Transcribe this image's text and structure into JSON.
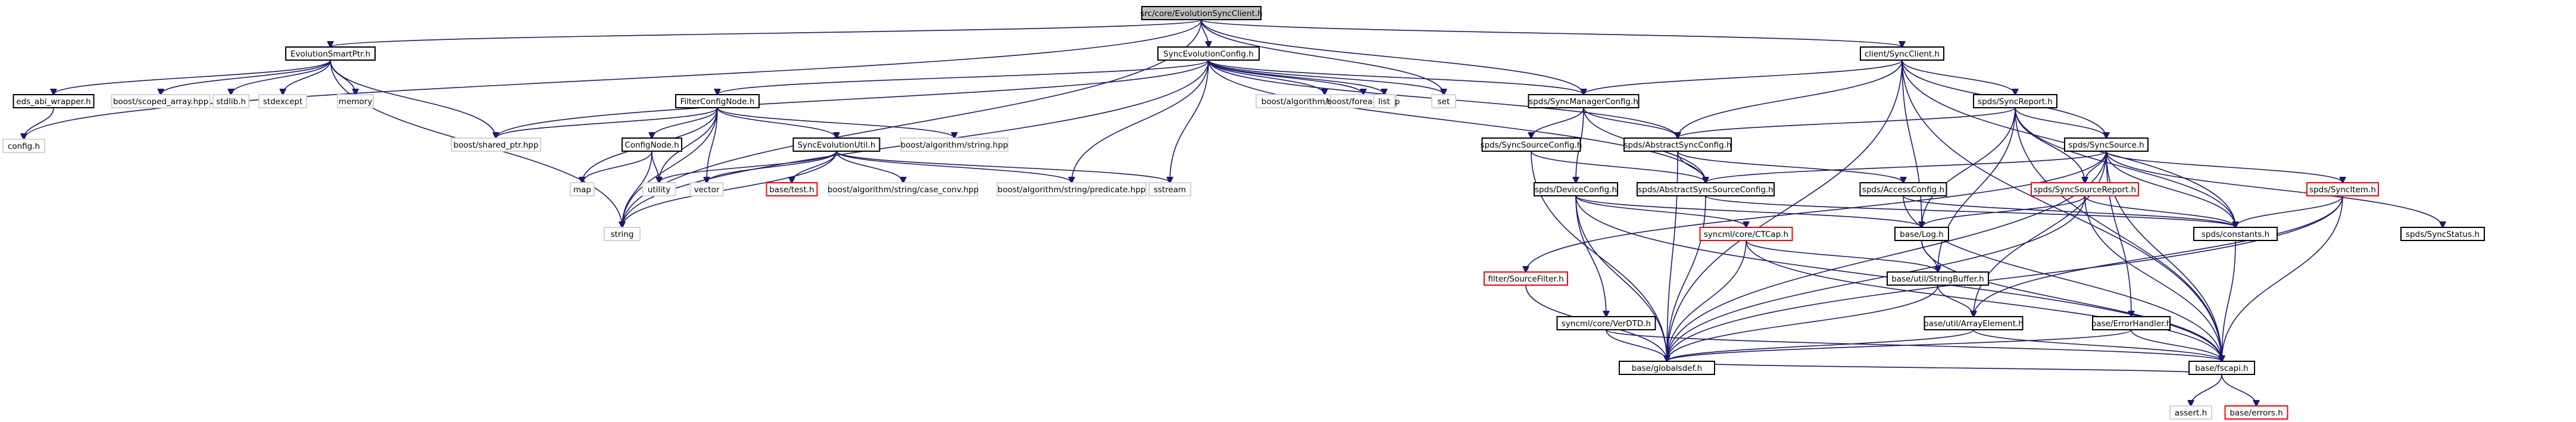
{
  "graph": {
    "colors": {
      "edge": "#191970",
      "box_default": "#000000",
      "box_missing": "#ff0000",
      "root_fill": "#bfbfbf",
      "node_fill": "#ffffff",
      "external_border": "#d3d3d3"
    },
    "nodes": [
      {
        "id": "root",
        "label": "src/core/EvolutionSyncClient.h",
        "style": "root"
      },
      {
        "id": "esp",
        "label": "EvolutionSmartPtr.h",
        "style": "boxed"
      },
      {
        "id": "sec",
        "label": "SyncEvolutionConfig.h",
        "style": "boxed"
      },
      {
        "id": "csc",
        "label": "client/SyncClient.h",
        "style": "boxed"
      },
      {
        "id": "config",
        "label": "config.h",
        "style": "external"
      },
      {
        "id": "eds",
        "label": "eds_abi_wrapper.h",
        "style": "boxed"
      },
      {
        "id": "scoped",
        "label": "boost/scoped_array.hpp",
        "style": "external"
      },
      {
        "id": "stdlib",
        "label": "stdlib.h",
        "style": "external"
      },
      {
        "id": "stdexcept",
        "label": "stdexcept",
        "style": "external"
      },
      {
        "id": "memory",
        "label": "memory",
        "style": "external"
      },
      {
        "id": "sharedptr",
        "label": "boost/shared_ptr.hpp",
        "style": "external"
      },
      {
        "id": "string",
        "label": "string",
        "style": "external"
      },
      {
        "id": "fcn",
        "label": "FilterConfigNode.h",
        "style": "boxed"
      },
      {
        "id": "trim",
        "label": "boost/algorithm/string/trim.hpp",
        "style": "external"
      },
      {
        "id": "foreach",
        "label": "boost/foreach.hpp",
        "style": "external"
      },
      {
        "id": "list",
        "label": "list",
        "style": "external"
      },
      {
        "id": "set",
        "label": "set",
        "style": "external"
      },
      {
        "id": "cn",
        "label": "ConfigNode.h",
        "style": "boxed"
      },
      {
        "id": "seu",
        "label": "SyncEvolutionUtil.h",
        "style": "boxed"
      },
      {
        "id": "bstring",
        "label": "boost/algorithm/string.hpp",
        "style": "external"
      },
      {
        "id": "map",
        "label": "map",
        "style": "external"
      },
      {
        "id": "utility",
        "label": "utility",
        "style": "external"
      },
      {
        "id": "vector",
        "label": "vector",
        "style": "external"
      },
      {
        "id": "basetest",
        "label": "base/test.h",
        "style": "missing"
      },
      {
        "id": "caseconv",
        "label": "boost/algorithm/string/case_conv.hpp",
        "style": "external"
      },
      {
        "id": "predicate",
        "label": "boost/algorithm/string/predicate.hpp",
        "style": "external"
      },
      {
        "id": "sstream",
        "label": "sstream",
        "style": "external"
      },
      {
        "id": "smc",
        "label": "spds/SyncManagerConfig.h",
        "style": "boxed"
      },
      {
        "id": "ssc",
        "label": "spds/SyncSourceConfig.h",
        "style": "boxed"
      },
      {
        "id": "ascfg",
        "label": "spds/AbstractSyncConfig.h",
        "style": "boxed"
      },
      {
        "id": "dc",
        "label": "spds/DeviceConfig.h",
        "style": "boxed"
      },
      {
        "id": "assc",
        "label": "spds/AbstractSyncSourceConfig.h",
        "style": "boxed"
      },
      {
        "id": "sr",
        "label": "spds/SyncReport.h",
        "style": "boxed"
      },
      {
        "id": "ss",
        "label": "spds/SyncSource.h",
        "style": "boxed"
      },
      {
        "id": "ac",
        "label": "spds/AccessConfig.h",
        "style": "boxed"
      },
      {
        "id": "ssr",
        "label": "spds/SyncSourceReport.h",
        "style": "missing"
      },
      {
        "id": "si",
        "label": "spds/SyncItem.h",
        "style": "missing"
      },
      {
        "id": "constants",
        "label": "spds/constants.h",
        "style": "boxed"
      },
      {
        "id": "sstatus",
        "label": "spds/SyncStatus.h",
        "style": "boxed"
      },
      {
        "id": "fsf",
        "label": "filter/SourceFilter.h",
        "style": "missing"
      },
      {
        "id": "ctcap",
        "label": "syncml/core/CTCap.h",
        "style": "missing"
      },
      {
        "id": "baselog",
        "label": "base/Log.h",
        "style": "boxed"
      },
      {
        "id": "stringbuffer",
        "label": "base/util/StringBuffer.h",
        "style": "boxed"
      },
      {
        "id": "verdtd",
        "label": "syncml/core/VerDTD.h",
        "style": "boxed"
      },
      {
        "id": "arrayelement",
        "label": "base/util/ArrayElement.h",
        "style": "boxed"
      },
      {
        "id": "errorhandler",
        "label": "base/ErrorHandler.h",
        "style": "boxed"
      },
      {
        "id": "globaldef",
        "label": "base/globalsdef.h",
        "style": "boxed"
      },
      {
        "id": "fscapi",
        "label": "base/fscapi.h",
        "style": "boxed"
      },
      {
        "id": "assert",
        "label": "assert.h",
        "style": "external"
      },
      {
        "id": "baseerrors",
        "label": "base/errors.h",
        "style": "missing"
      }
    ]
  }
}
